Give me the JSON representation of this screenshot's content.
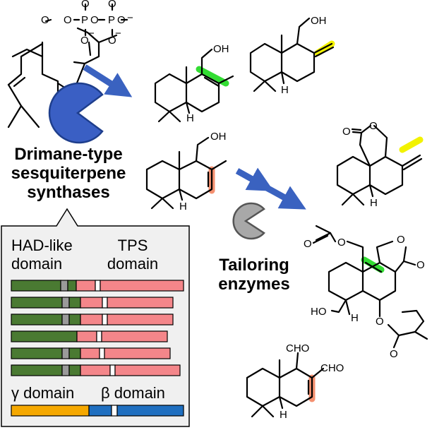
{
  "labels": {
    "enzyme_class_line1": "Drimane-type",
    "enzyme_class_line2": "sesquiterpene",
    "enzyme_class_line3": "synthases",
    "tailoring_line1": "Tailoring",
    "tailoring_line2": "enzymes",
    "had_line1": "HAD-like",
    "had_line2": "domain",
    "tps_line1": "TPS",
    "tps_line2": "domain",
    "gamma_domain": "γ domain",
    "beta_domain": "β domain"
  },
  "atoms": {
    "O": "O",
    "P": "P",
    "OH": "OH",
    "H": "H",
    "CHO": "CHO",
    "HO": "HO",
    "minus": "−"
  },
  "colors": {
    "arrow_blue": "#3a62c0",
    "pacman_blue": "#3a5fc4",
    "pacman_gray": "#a8a8a8",
    "had_green": "#4a7a32",
    "tps_pink": "#f4868a",
    "gray_marker": "#9a9a9a",
    "gamma_orange": "#f5a800",
    "beta_blue": "#1f6fc0",
    "highlight_green": "#33dd33",
    "highlight_yellow": "#f2f200",
    "highlight_orange": "#f49070",
    "panel_bg": "#f0f0f0"
  },
  "icons": [
    "pacman-icon",
    "reaction-arrow-icon"
  ]
}
